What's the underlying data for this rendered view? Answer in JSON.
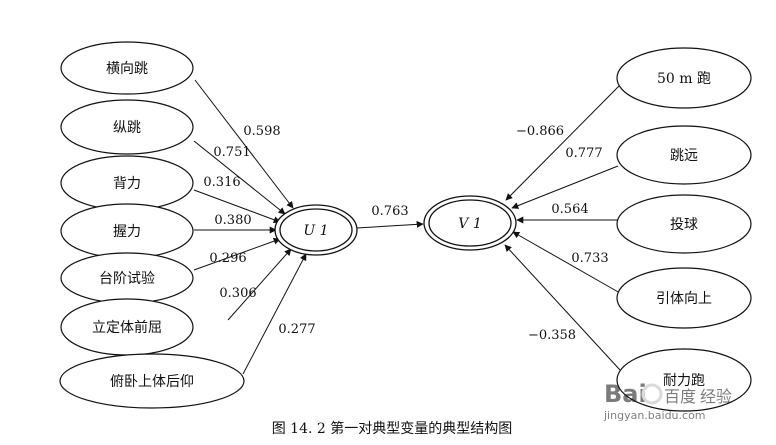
{
  "caption": "图 14. 2   第一对典型变量的典型结构图",
  "colors": {
    "stroke": "#111111",
    "watermark": "#c8c8c8"
  },
  "left_variables": [
    {
      "label": "横向跳",
      "coef": "0.598"
    },
    {
      "label": "纵跳",
      "coef": "0.751"
    },
    {
      "label": "背力",
      "coef": "0.316"
    },
    {
      "label": "握力",
      "coef": "0.380"
    },
    {
      "label": "台阶试验",
      "coef": "0.296"
    },
    {
      "label": "立定体前屈",
      "coef": "0.306"
    },
    {
      "label": "俯卧上体后仰",
      "coef": "0.277"
    }
  ],
  "canonical": {
    "u": {
      "label": "U 1"
    },
    "v": {
      "label": "V 1"
    },
    "correlation": "0.763"
  },
  "right_variables": [
    {
      "label": "50 m 跑",
      "coef": "−0.866"
    },
    {
      "label": "跳远",
      "coef": "0.777"
    },
    {
      "label": "投球",
      "coef": "0.564"
    },
    {
      "label": "引体向上",
      "coef": "0.733"
    },
    {
      "label": "耐力跑",
      "coef": "−0.358"
    }
  ],
  "watermark": {
    "brand": "Bai",
    "brand2": "百度",
    "brand3": "经验",
    "url": "jingyan.baidu.com"
  }
}
